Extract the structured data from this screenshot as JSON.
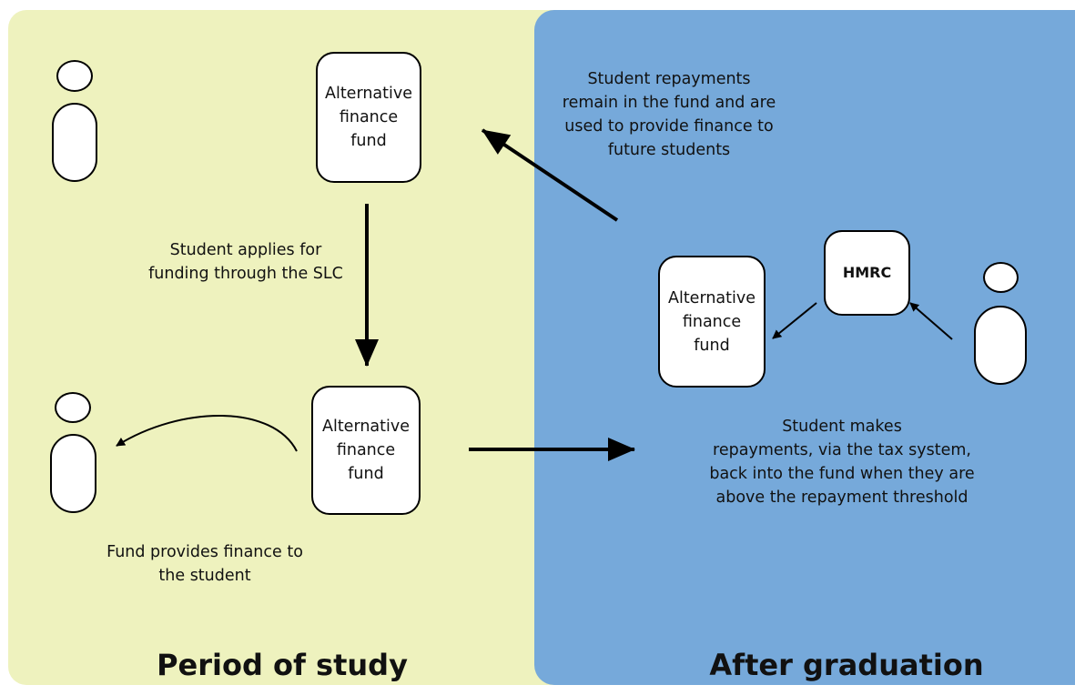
{
  "colors": {
    "study_panel": "#EEF2BE",
    "graduation_panel": "#76A9DA",
    "outline": "#000000",
    "box_fill": "#FFFFFF"
  },
  "panels": {
    "study": {
      "title": "Period of study"
    },
    "graduation": {
      "title": "After graduation"
    }
  },
  "boxes": {
    "fund_top": "Alternative\nfinance\nfund",
    "fund_bottom": "Alternative\nfinance\nfund",
    "fund_right": "Alternative\nfinance\nfund",
    "hmrc": "HMRC"
  },
  "labels": {
    "apply": "Student applies for\nfunding through the SLC",
    "provide": "Fund provides finance to\nthe student",
    "repay_fund": "Student repayments\nremain in the fund and are\nused to provide finance to\nfuture students",
    "repay_tax": "Student makes\nrepayments, via the tax system,\nback into the fund when they are\nabove the repayment threshold"
  },
  "icons": {
    "person": "person-icon",
    "arrow": "arrow-icon"
  }
}
